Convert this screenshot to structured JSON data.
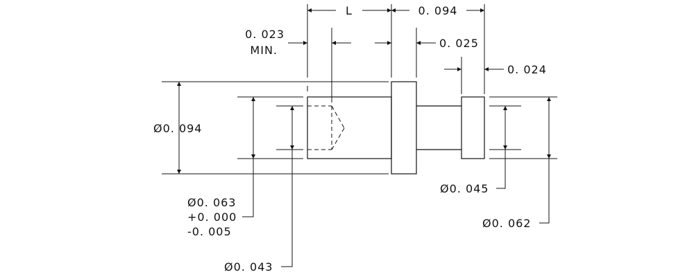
{
  "dimensions": {
    "length_label": "L",
    "overall_length": "0. 094",
    "min_depth_value": "0. 023",
    "min_depth_note": "MIN.",
    "flange_thickness": "0. 025",
    "tip_length": "0. 024",
    "flange_diameter": "Ø0. 094",
    "body_diameter": "Ø0. 063",
    "body_tol_plus": "+0. 000",
    "body_tol_minus": "-0. 005",
    "bore_diameter": "Ø0. 043",
    "pin_diameter": "Ø0. 045",
    "tip_diameter": "Ø0. 062"
  }
}
